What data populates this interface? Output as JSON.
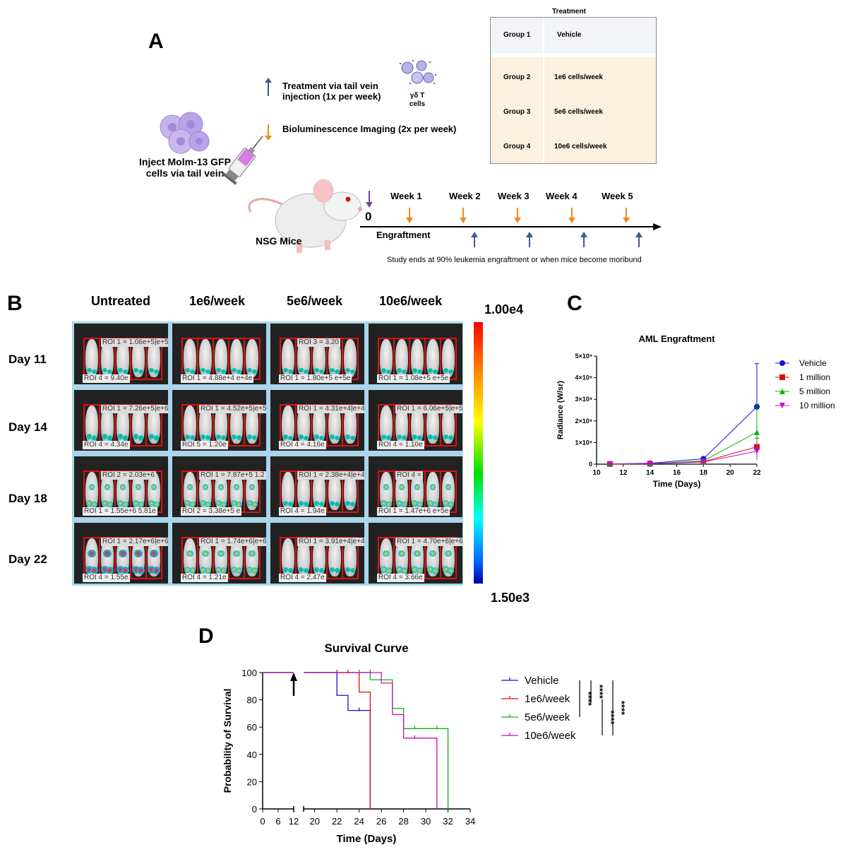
{
  "panelA": {
    "letter": "A",
    "legend_treatment": "Treatment via tail vein injection (1x per week)",
    "legend_treatment_l1": "Treatment via tail vein",
    "legend_treatment_l2": "injection (1x per week)",
    "legend_imaging": "Bioluminescence Imaging (2x per week)",
    "cells_label_l1": "γδ T",
    "cells_label_l2": "cells",
    "inject_l1": "Inject Molm-13 GFP",
    "inject_l2": "cells via tail vein",
    "mice_label": "NSG Mice",
    "zero": "0",
    "engraftment": "Engraftment",
    "weeks": [
      "Week 1",
      "Week 2",
      "Week 3",
      "Week 4",
      "Week 5"
    ],
    "study_end": "Study ends at 90% leukemia engraftment or when mice become moribund",
    "table": {
      "title": "Treatment",
      "rows": [
        {
          "group": "Group 1",
          "treatment": "Vehicle"
        },
        {
          "group": "Group 2",
          "treatment": "1e6 cells/week"
        },
        {
          "group": "Group 3",
          "treatment": "5e6 cells/week"
        },
        {
          "group": "Group 4",
          "treatment": "10e6 cells/week"
        }
      ]
    },
    "colors": {
      "treatment_arrow": "#3f5a96",
      "imaging_arrow": "#f08a1c",
      "injection_arrow": "#7b3fa0"
    }
  },
  "panelB": {
    "letter": "B",
    "columns": [
      "Untreated",
      "1e6/week",
      "5e6/week",
      "10e6/week"
    ],
    "rows": [
      "Day 11",
      "Day 14",
      "Day 18",
      "Day 22"
    ],
    "scale_max": "1.00e4",
    "scale_min": "1.50e3",
    "roi_labels": [
      [
        {
          "top": "ROI 1 = 1.06e+5|e+5",
          "bottom": "ROI 4 = 9.40e"
        },
        {
          "top": "",
          "bottom": "ROI 1 = 4.88e+4 e+4e"
        },
        {
          "top": "ROI 3 = 3.20",
          "bottom": "ROI 1 = 1.80e+5 e+5e"
        },
        {
          "top": "",
          "bottom": "ROI 1 = 1.08e+5 e+5e"
        }
      ],
      [
        {
          "top": "ROI 1 = 7.26e+5|e+6",
          "bottom": "ROI 4 = 4.34e"
        },
        {
          "top": "ROI 1 = 4.52e+5|e+5",
          "bottom": "ROI 5 = 1.20e"
        },
        {
          "top": "ROI 1 = 4.31e+4|e+4",
          "bottom": "ROI 4 = 4.16e"
        },
        {
          "top": "ROI 1 = 6.06e+5|e+5",
          "bottom": "ROI 4 = 1.10e"
        }
      ],
      [
        {
          "top": "ROI 2 = 2.03e+6",
          "bottom": "ROI 1 = 1.55e+6 5.81e"
        },
        {
          "top": "ROI 1 = 7.87e+5 1.2",
          "bottom": "ROI 2 = 3.38e+5 e"
        },
        {
          "top": "ROI 1 = 2.38e+4|e+4",
          "bottom": "ROI 4 = 1.94e"
        },
        {
          "top": "ROI 4 =",
          "bottom": "ROI 1 = 1.47e+6 e+5e"
        }
      ],
      [
        {
          "top": "ROI 1 = 2.17e+6|e+6",
          "bottom": "ROI 4 = 1.55e"
        },
        {
          "top": "ROI 1 = 1.74e+6|e+6",
          "bottom": "ROI 4 = 1.21e"
        },
        {
          "top": "ROI 1 = 3.91e+4|e+4",
          "bottom": "ROI 4 = 2.47e"
        },
        {
          "top": "ROI 1 = 4.70e+6|e+6",
          "bottom": "ROI 4 = 3.66e"
        }
      ]
    ]
  },
  "panelC": {
    "letter": "C"
  },
  "panelD": {
    "letter": "D"
  },
  "chart_data": [
    {
      "type": "line",
      "title": "AML Engraftment",
      "xlabel": "Time (Days)",
      "ylabel": "Radiance (W/sr)",
      "x": [
        11,
        14,
        18,
        22
      ],
      "xlim": [
        10,
        22
      ],
      "xticks": [
        10,
        12,
        14,
        16,
        18,
        20,
        22
      ],
      "ylim": [
        0,
        5000000000
      ],
      "yticks": [
        0,
        1000000000,
        2000000000,
        3000000000,
        4000000000,
        5000000000
      ],
      "ytick_labels": [
        "0",
        "1×10⁹",
        "2×10⁹",
        "3×10⁹",
        "4×10⁹",
        "5×10⁹"
      ],
      "grid": false,
      "legend_position": "right",
      "series": [
        {
          "name": "Vehicle",
          "color": "#1010e0",
          "marker": "circle",
          "values": [
            10000000,
            40000000,
            250000000,
            2650000000
          ],
          "error": [
            5000000,
            20000000,
            80000000,
            2000000000
          ]
        },
        {
          "name": "1 million",
          "color": "#e01010",
          "marker": "square",
          "values": [
            5000000,
            20000000,
            120000000,
            800000000
          ],
          "error": [
            3000000,
            10000000,
            50000000,
            400000000
          ]
        },
        {
          "name": "5 million",
          "color": "#10b010",
          "marker": "triangle-up",
          "values": [
            5000000,
            20000000,
            150000000,
            1480000000
          ],
          "error": [
            3000000,
            10000000,
            60000000,
            1300000000
          ]
        },
        {
          "name": "10 million",
          "color": "#c010c0",
          "marker": "triangle-down",
          "values": [
            5000000,
            15000000,
            100000000,
            600000000
          ],
          "error": [
            3000000,
            10000000,
            40000000,
            300000000
          ]
        }
      ]
    },
    {
      "type": "line",
      "subtype": "step",
      "title": "Survival Curve",
      "xlabel": "Time (Days)",
      "ylabel": "Probability of Survival",
      "xticks": [
        0,
        6,
        12,
        20,
        22,
        24,
        26,
        28,
        30,
        32,
        34
      ],
      "axis_break": [
        12,
        19
      ],
      "xlim": [
        0,
        34
      ],
      "ylim": [
        0,
        100
      ],
      "yticks": [
        0,
        20,
        40,
        60,
        80,
        100
      ],
      "grid": false,
      "legend_position": "right",
      "annotation_arrow_x": 12,
      "significance": [
        "****",
        "****",
        "****",
        "****"
      ],
      "series": [
        {
          "name": "Vehicle",
          "color": "#1010e0",
          "steps": [
            [
              0,
              100
            ],
            [
              22,
              100
            ],
            [
              22,
              83.3
            ],
            [
              23,
              83.3
            ],
            [
              23,
              72.2
            ],
            [
              25,
              72.2
            ],
            [
              25,
              0
            ]
          ],
          "censored": [
            [
              24,
              72.2
            ]
          ]
        },
        {
          "name": "1e6/week",
          "color": "#e01010",
          "steps": [
            [
              0,
              100
            ],
            [
              24,
              100
            ],
            [
              24,
              85.7
            ],
            [
              25,
              85.7
            ],
            [
              25,
              0
            ]
          ],
          "censored": [
            [
              22,
              100
            ],
            [
              23,
              100
            ]
          ]
        },
        {
          "name": "5e6/week",
          "color": "#10b010",
          "steps": [
            [
              0,
              100
            ],
            [
              25,
              100
            ],
            [
              25,
              94.7
            ],
            [
              27,
              94.7
            ],
            [
              27,
              73.7
            ],
            [
              28,
              73.7
            ],
            [
              28,
              58.9
            ],
            [
              32,
              58.9
            ],
            [
              32,
              0
            ]
          ],
          "censored": [
            [
              24,
              100
            ],
            [
              29,
              58.9
            ],
            [
              31,
              58.9
            ]
          ]
        },
        {
          "name": "10e6/week",
          "color": "#c010c0",
          "steps": [
            [
              0,
              100
            ],
            [
              26,
              100
            ],
            [
              26,
              92.3
            ],
            [
              27,
              92.3
            ],
            [
              27,
              69.2
            ],
            [
              28,
              69.2
            ],
            [
              28,
              51.9
            ],
            [
              31,
              51.9
            ],
            [
              31,
              0
            ]
          ],
          "censored": [
            [
              25,
              100
            ],
            [
              29,
              51.9
            ]
          ]
        }
      ]
    }
  ]
}
